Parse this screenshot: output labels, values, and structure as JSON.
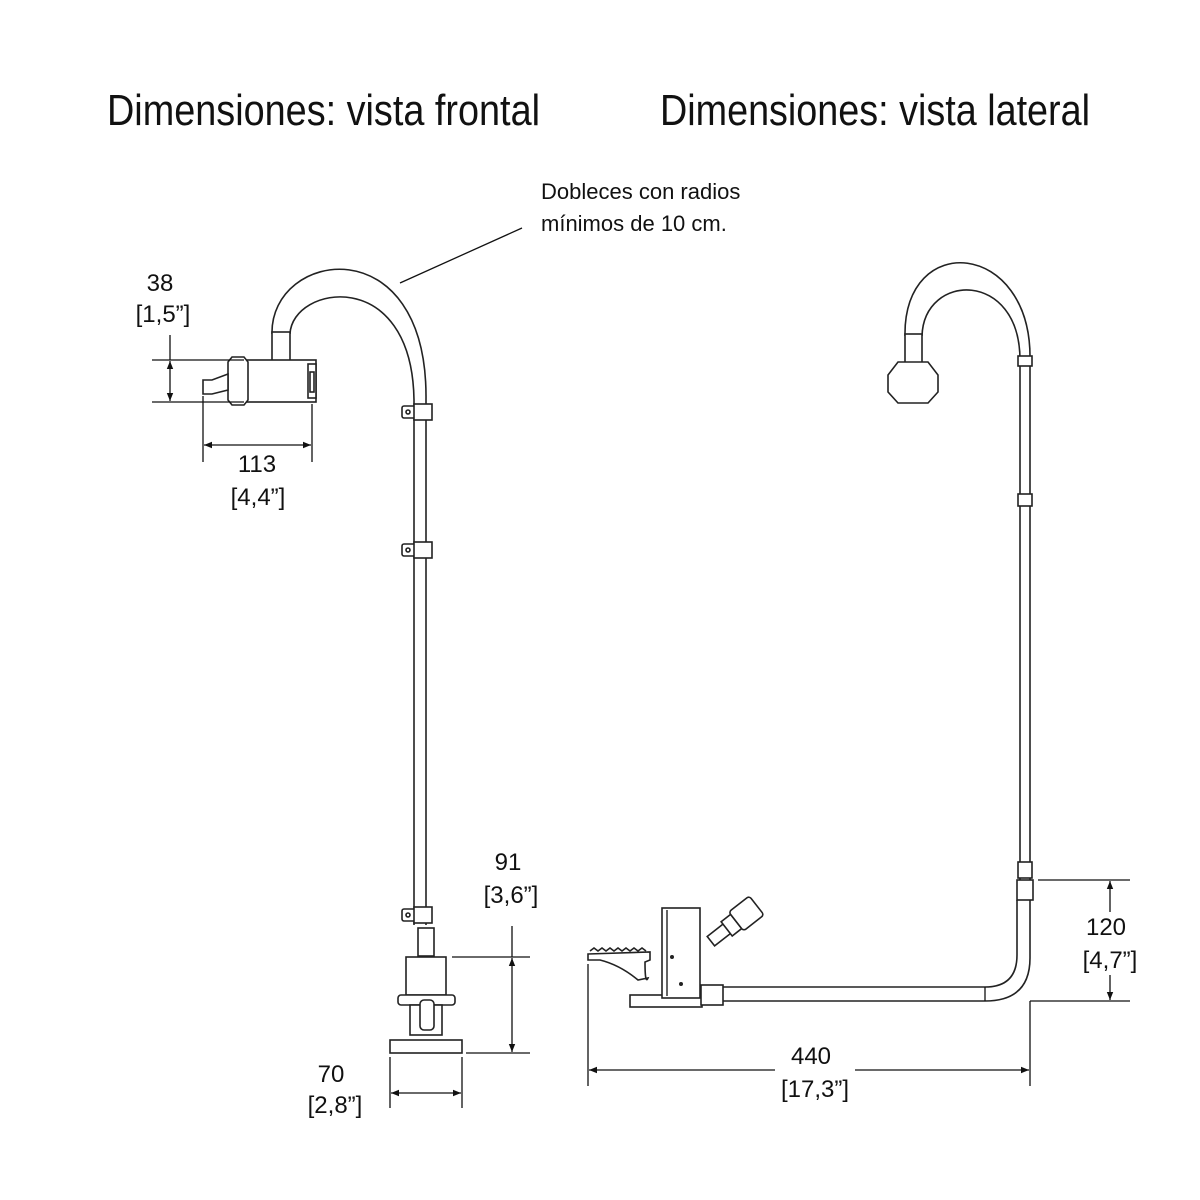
{
  "titles": {
    "front": "Dimensiones: vista frontal",
    "side": "Dimensiones: vista lateral"
  },
  "note": {
    "line1": "Dobleces con radios",
    "line2": "mínimos de 10 cm."
  },
  "dimensions": {
    "lamp_height": {
      "mm": "38",
      "in": "[1,5”]"
    },
    "lamp_length": {
      "mm": "113",
      "in": "[4,4”]"
    },
    "base_height": {
      "mm": "91",
      "in": "[3,6”]"
    },
    "base_width": {
      "mm": "70",
      "in": "[2,8”]"
    },
    "side_length": {
      "mm": "440",
      "in": "[17,3”]"
    },
    "side_height": {
      "mm": "120",
      "in": "[4,7”]"
    }
  }
}
